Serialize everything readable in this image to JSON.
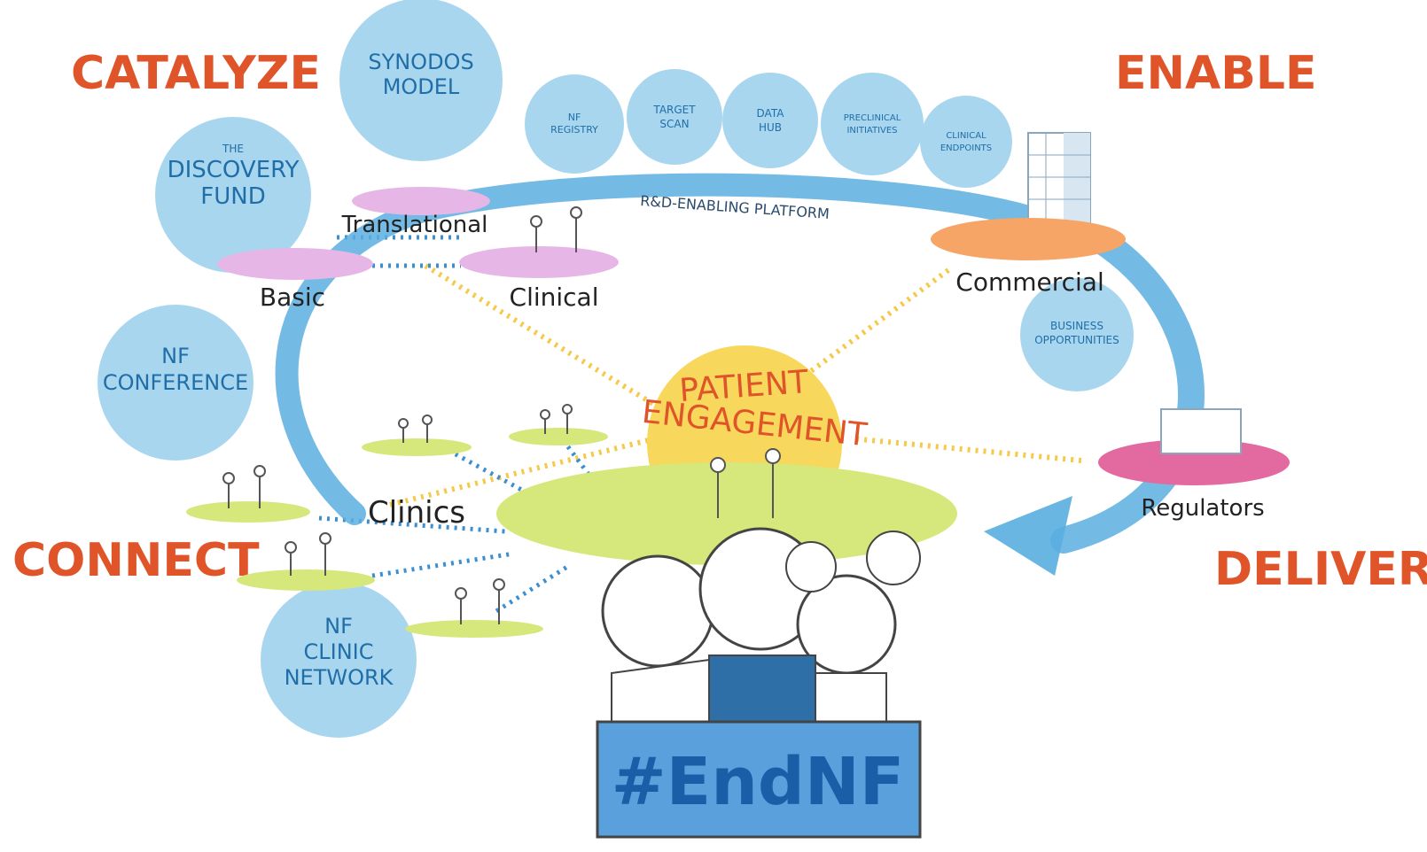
{
  "colors": {
    "accent_orange": "#e0542a",
    "circle_blue": "#a9d6ef",
    "label_blue": "#1f6ea8",
    "arrow_blue": "#5aaee0",
    "dot_yellow": "#f5c94a",
    "dot_blue": "#3b8fd0",
    "pink": "#e6b6e6",
    "orange_disc": "#f7a566",
    "magenta_disc": "#e26aa0",
    "green_disc": "#d6e77b",
    "sun_yellow": "#f8d85c",
    "banner_blue": "#3f8fd2",
    "banner_text": "#1a5ea8"
  },
  "pillars": {
    "catalyze": "CATALYZE",
    "enable": "ENABLE",
    "connect": "CONNECT",
    "deliver": "DELIVER"
  },
  "initiatives": {
    "synodos": [
      "SYNODOS",
      "MODEL"
    ],
    "discovery_the": "THE",
    "discovery": [
      "DISCOVERY",
      "FUND"
    ],
    "nf_conference": [
      "NF",
      "CONFERENCE"
    ],
    "nf_clinic_network": [
      "NF",
      "CLINIC",
      "NETWORK"
    ],
    "business": [
      "BUSINESS",
      "OPPORTUNITIES"
    ]
  },
  "platform": {
    "label": "R&D-ENABLING PLATFORM",
    "bubbles": [
      [
        "NF",
        "REGISTRY"
      ],
      [
        "TARGET",
        "SCAN"
      ],
      [
        "DATA",
        "HUB"
      ],
      [
        "PRECLINICAL",
        "INITIATIVES"
      ],
      [
        "CLINICAL",
        "ENDPOINTS"
      ]
    ]
  },
  "stages": {
    "translational": "Translational",
    "basic": "Basic",
    "clinical": "Clinical",
    "commercial": "Commercial",
    "regulators": "Regulators",
    "clinics": "Clinics"
  },
  "center": [
    "PATIENT",
    "ENGAGEMENT"
  ],
  "banner": "#EndNF"
}
